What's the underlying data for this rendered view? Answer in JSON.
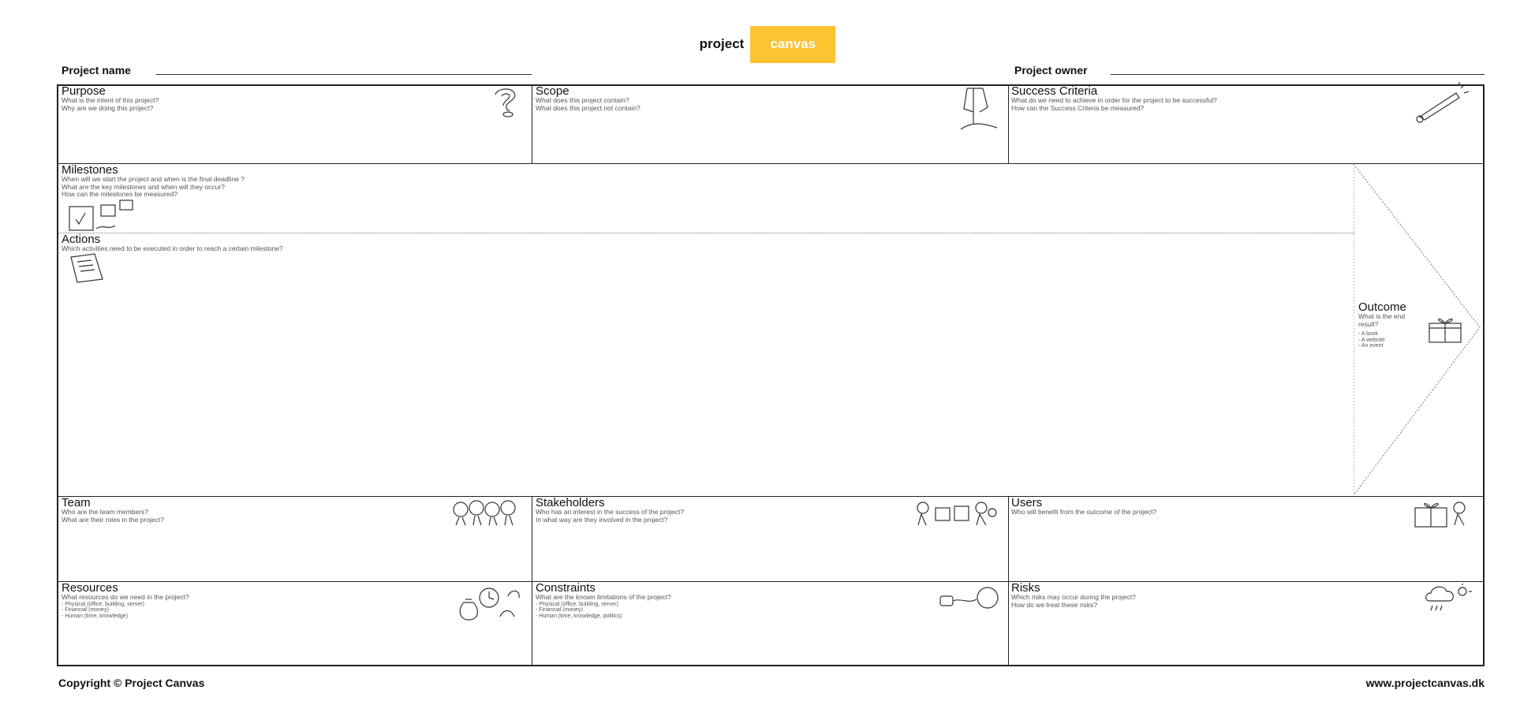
{
  "logo": {
    "word1": "project",
    "word2": "canvas",
    "accent": "#FDC330"
  },
  "header": {
    "project_name_label": "Project name",
    "project_owner_label": "Project owner"
  },
  "boxes": {
    "purpose": {
      "title": "Purpose",
      "questions": "What is the intent of this project?\nWhy are we doing this project?",
      "icon": "question-mark-icon"
    },
    "scope": {
      "title": "Scope",
      "questions": "What does this project contain?\nWhat does this project not contain?",
      "icon": "scales-icon"
    },
    "success": {
      "title": "Success Criteria",
      "questions": "What do we need to achieve in order for the project to be successful?\nHow can the Success Criteria be measured?",
      "icon": "thermometer-icon"
    },
    "milestones": {
      "title": "Milestones",
      "questions": "When will we start the project and when is the final deadline ?\nWhat are the key milestones and when will they occur?\nHow can the milestones be measured?",
      "icon": "calendar-icon"
    },
    "actions": {
      "title": "Actions",
      "questions": "Which activities need to be executed in order to reach a certain milestone?",
      "icon": "checklist-icon"
    },
    "outcome": {
      "title": "Outcome",
      "questions": "What is the end\nresult?",
      "list": "- A book\n- A website\n- An event",
      "icon": "gift-box-icon"
    },
    "team": {
      "title": "Team",
      "questions": "Who are the team members?\nWhat are their roles in the project?",
      "icon": "team-people-icon"
    },
    "stakeholders": {
      "title": "Stakeholders",
      "questions": "Who has an interest in the success of the project?\nIn what way are they involved in the project?",
      "icon": "puzzle-people-icon"
    },
    "users": {
      "title": "Users",
      "questions": "Who will benefit from the outcome of the project?",
      "icon": "user-gift-icon"
    },
    "resources": {
      "title": "Resources",
      "questions": "What resources do we need in the project?",
      "list": "- Physical (office, building, server)\n- Financial (money)\n- Human (time, knowledge)",
      "icon": "money-bag-clock-icon"
    },
    "constraints": {
      "title": "Constraints",
      "questions": "What are the known limitations of the project?",
      "list": "- Physical (office, building, server)\n- Financial (money)\n- Human (time, knowledge, politics)",
      "icon": "ball-chain-icon"
    },
    "risks": {
      "title": "Risks",
      "questions": "Which risks may occur during the project?\nHow do we treat these risks?",
      "icon": "storm-cloud-icon"
    }
  },
  "footer": {
    "copyright": "Copyright © Project Canvas",
    "website": "www.projectcanvas.dk"
  }
}
